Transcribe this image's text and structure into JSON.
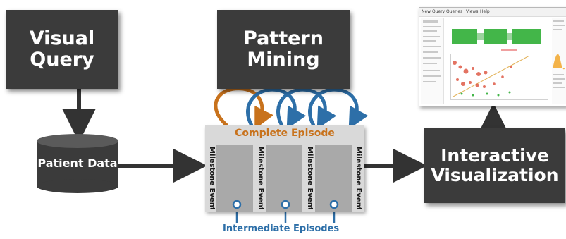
{
  "boxes": {
    "visual_query": "Visual Query",
    "pattern_mining": "Pattern Mining",
    "interactive_visualization": "Interactive Visualization",
    "patient_data": "Patient Data"
  },
  "episode": {
    "title": "Complete Episode",
    "milestone_label": "Milestone Event",
    "intermediate_label": "Intermediate Episodes",
    "intermediate_count": 3
  },
  "screenshot": {
    "menu_items": [
      "New Query",
      "Queries",
      "Views",
      "Help"
    ]
  },
  "colors": {
    "dark_box": "#3b3b3b",
    "arrow": "#333333",
    "orange_accent": "#c8721c",
    "blue_accent": "#2d6fa8",
    "episode_bg": "#d9d9d9",
    "episode_panel": "#a9a9a9",
    "green_bar": "#43b649",
    "scatter_red": "#d9442e"
  }
}
